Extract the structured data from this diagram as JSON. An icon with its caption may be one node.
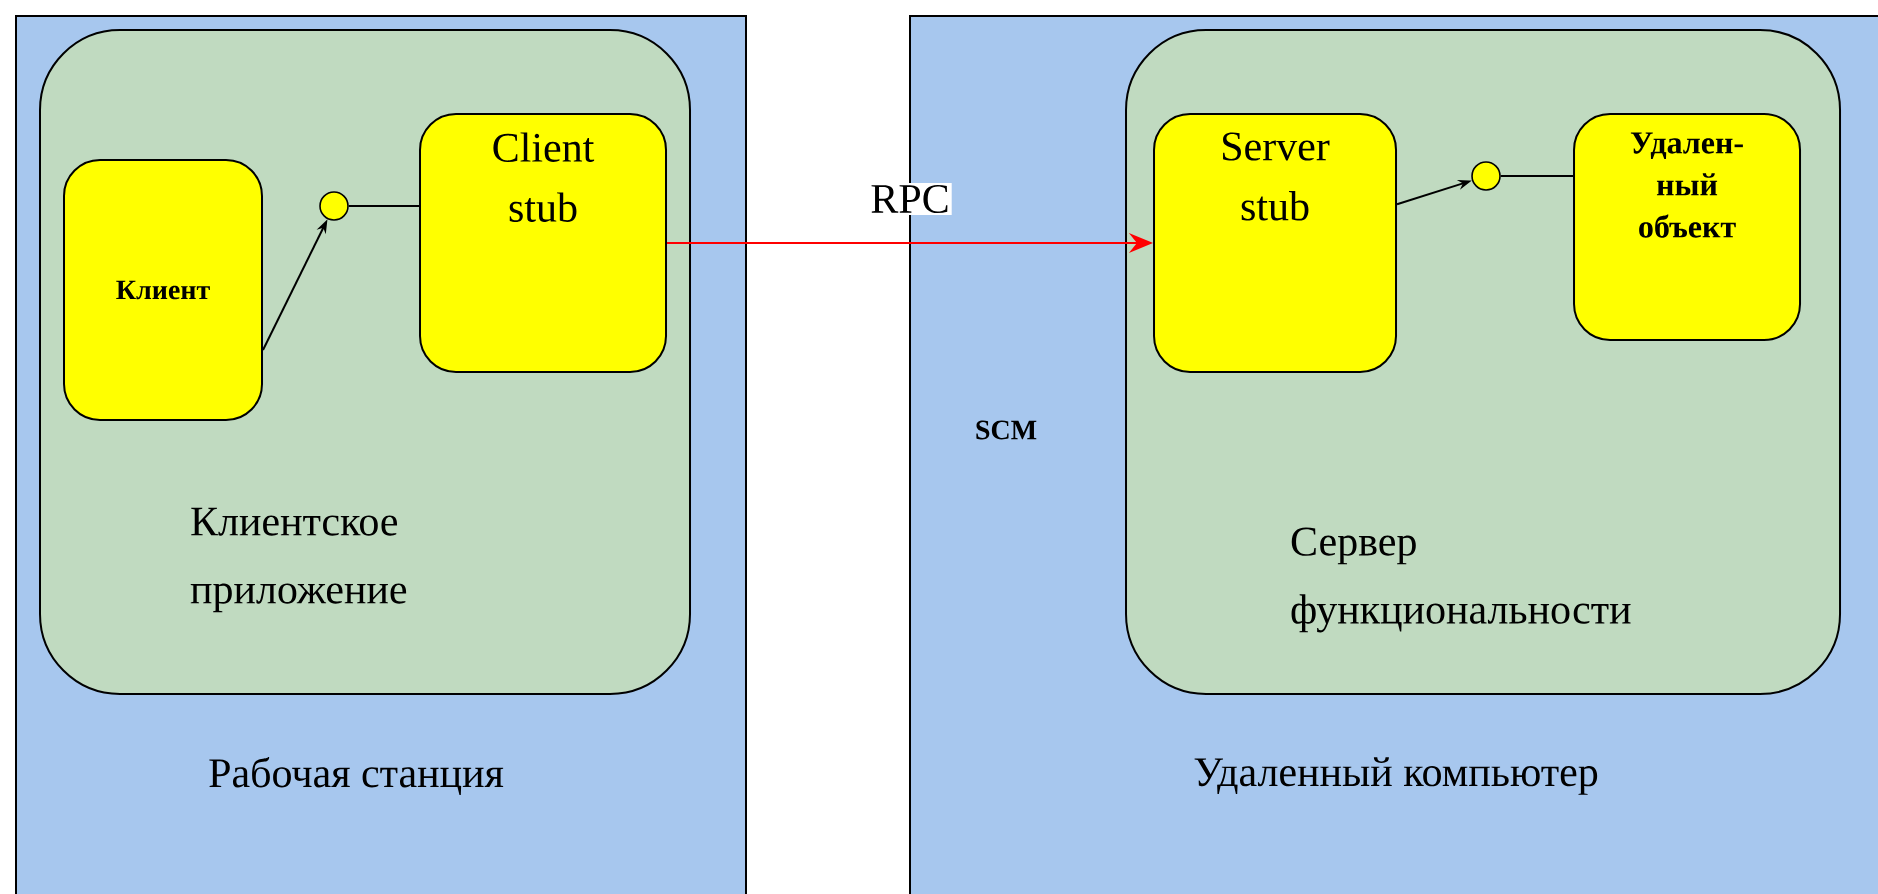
{
  "diagram": {
    "nodes": [
      {
        "text": [
          "Рабочая станция"
        ]
      },
      {
        "text": [
          "Клиентское приложение"
        ],
        "in": 0
      },
      {
        "text": [
          "Клиент"
        ],
        "in": 1
      },
      {
        "text": [],
        "shape": "circle",
        "in": 1
      },
      {
        "text": [
          "Client stub"
        ],
        "in": 1
      },
      {
        "text": [
          "Удаленный компьютер"
        ]
      },
      {
        "text": [
          "Сервер функциональности"
        ],
        "in": 5
      },
      {
        "text": [
          "Server stub"
        ],
        "in": 6
      },
      {
        "text": [],
        "shape": "circle",
        "in": 6
      },
      {
        "text": [
          "Удален- ный объект"
        ],
        "in": 6
      }
    ],
    "edges": [
      {
        "from": 2,
        "to": 3,
        "arrow": "to"
      },
      {
        "from": 3,
        "to": 4,
        "arrow": "none"
      },
      {
        "from": 4,
        "to": 7,
        "arrow": "to",
        "label": "RPC",
        "color": "#ff0000"
      },
      {
        "from": 7,
        "to": 8,
        "arrow": "to"
      },
      {
        "from": 8,
        "to": 9,
        "arrow": "none"
      }
    ],
    "labels": [
      "SCM"
    ]
  }
}
